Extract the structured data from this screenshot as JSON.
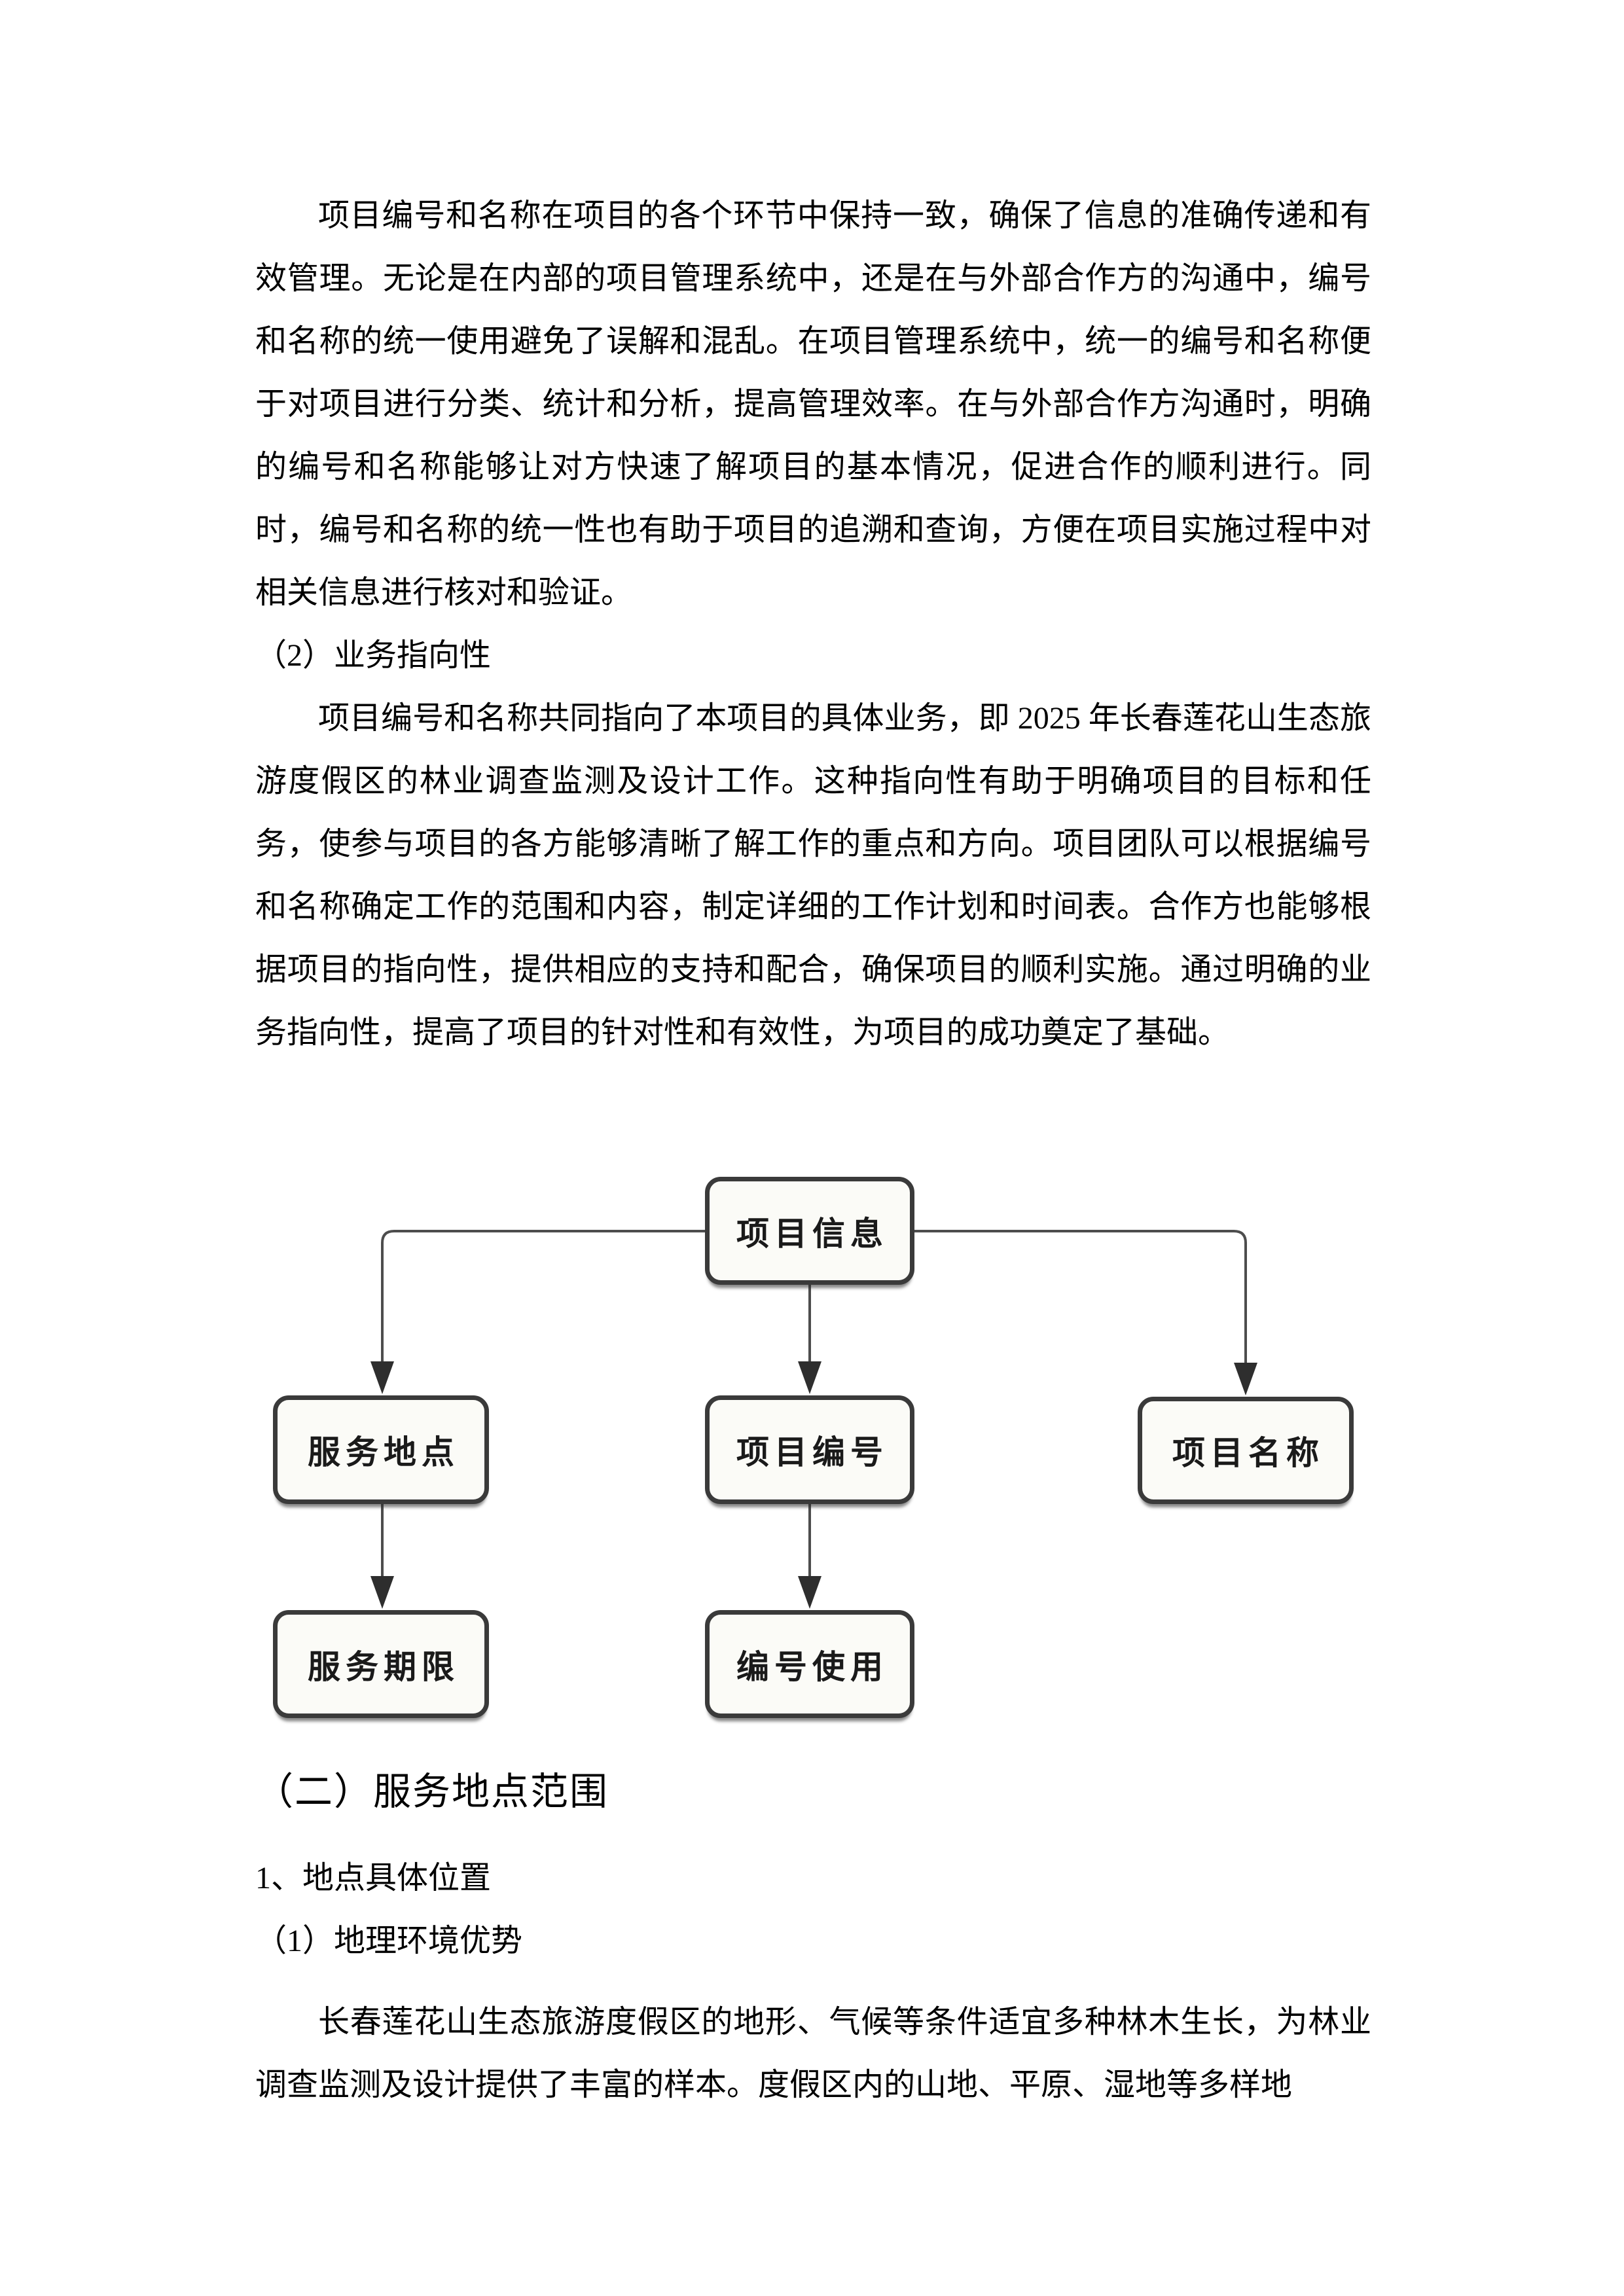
{
  "document": {
    "paragraph_1": "项目编号和名称在项目的各个环节中保持一致，确保了信息的准确传递和有效管理。无论是在内部的项目管理系统中，还是在与外部合作方的沟通中，编号和名称的统一使用避免了误解和混乱。在项目管理系统中，统一的编号和名称便于对项目进行分类、统计和分析，提高管理效率。在与外部合作方沟通时，明确的编号和名称能够让对方快速了解项目的基本情况，促进合作的顺利进行。同时，编号和名称的统一性也有助于项目的追溯和查询，方便在项目实施过程中对相关信息进行核对和验证。",
    "heading_2": "（2）业务指向性",
    "paragraph_2": "项目编号和名称共同指向了本项目的具体业务，即 2025 年长春莲花山生态旅游度假区的林业调查监测及设计工作。这种指向性有助于明确项目的目标和任务，使参与项目的各方能够清晰了解工作的重点和方向。项目团队可以根据编号和名称确定工作的范围和内容，制定详细的工作计划和时间表。合作方也能够根据项目的指向性，提供相应的支持和配合，确保项目的顺利实施。通过明确的业务指向性，提高了项目的针对性和有效性，为项目的成功奠定了基础。",
    "section_heading": "（二）服务地点范围",
    "sub_heading_1": "1、地点具体位置",
    "sub_heading_2": "（1）地理环境优势",
    "paragraph_3": "长春莲花山生态旅游度假区的地形、气候等条件适宜多种林木生长，为林业调查监测及设计提供了丰富的样本。度假区内的山地、平原、湿地等多样地"
  },
  "diagram": {
    "type": "flowchart",
    "nodes": {
      "root": "项目信息",
      "left": "服务地点",
      "middle": "项目编号",
      "right": "项目名称",
      "left_child": "服务期限",
      "middle_child": "编号使用"
    },
    "edges": [
      {
        "from": "项目信息",
        "to": "服务地点"
      },
      {
        "from": "项目信息",
        "to": "项目编号"
      },
      {
        "from": "项目信息",
        "to": "项目名称"
      },
      {
        "from": "服务地点",
        "to": "服务期限"
      },
      {
        "from": "项目编号",
        "to": "编号使用"
      }
    ],
    "colors": {
      "box_border": "#3a3a3a",
      "box_fill": "#fbfbf7",
      "connector": "#4d4d4d",
      "label_text": "#1a1a1a"
    }
  }
}
